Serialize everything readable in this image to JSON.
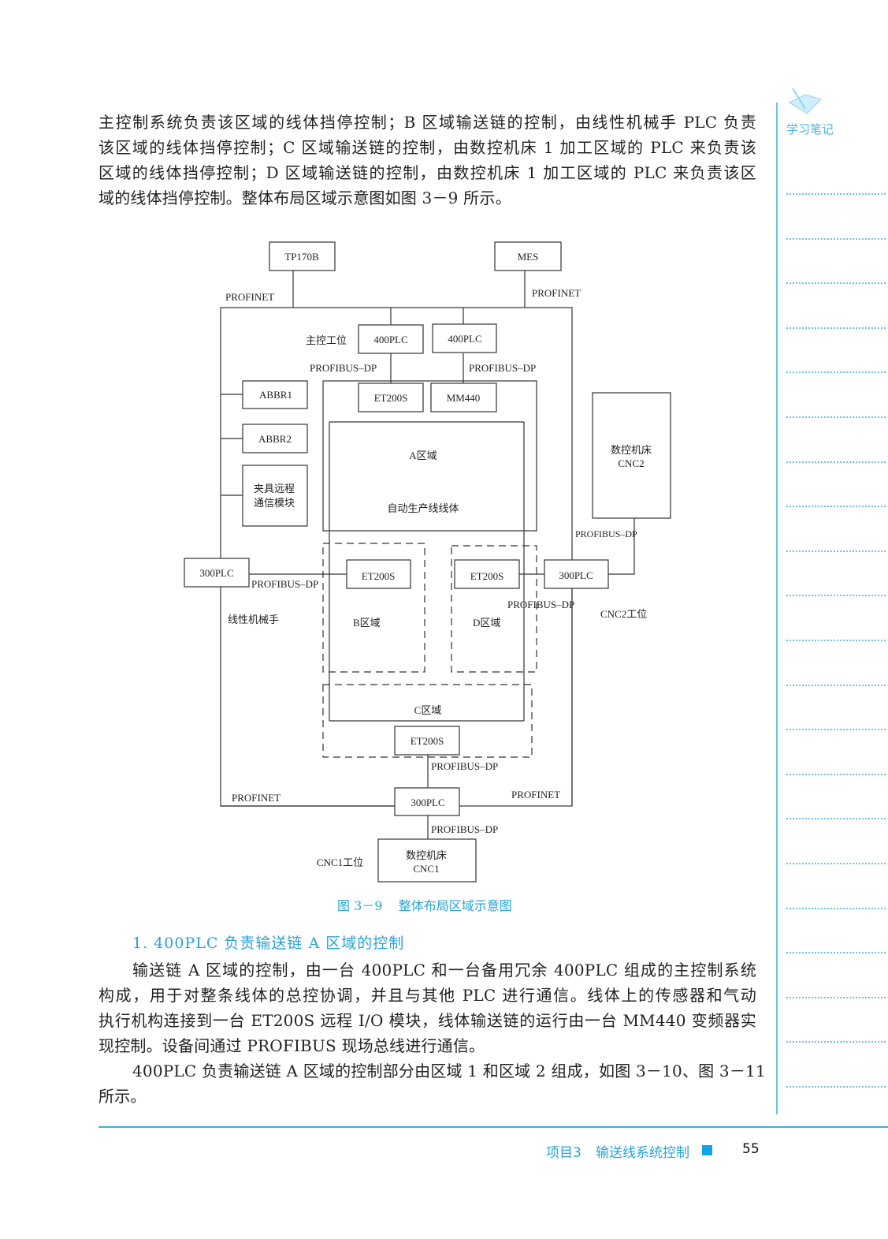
{
  "intro_lines": [
    "主控制系统负责该区域的线体挡停控制；B 区域输送链的控制，由线性机械手 PLC 负责",
    "该区域的线体挡停控制；C 区域输送链的控制，由数控机床 1 加工区域的 PLC 来负责该",
    "区域的线体挡停控制；D 区域输送链的控制，由数控机床 1 加工区域的 PLC 来负责该区",
    "域的线体挡停控制。整体布局区域示意图如图 3－9 所示。"
  ],
  "diagram": {
    "tp170b": "TP170B",
    "mes": "MES",
    "profinet": "PROFINET",
    "profibus_dp": "PROFIBUS–DP",
    "main_station": "主控工位",
    "plc400": "400PLC",
    "et200s": "ET200S",
    "mm440": "MM440",
    "abbr1": "ABBR1",
    "abbr2": "ABBR2",
    "fixture_1": "夹具远程",
    "fixture_2": "通信模块",
    "zone_a": "A区域",
    "auto_line": "自动生产线线体",
    "cnc2_1": "数控机床",
    "cnc2_2": "CNC2",
    "plc300": "300PLC",
    "linear_robot": "线性机械手",
    "zone_b": "B区域",
    "zone_d": "D区域",
    "cnc2_station": "CNC2工位",
    "zone_c": "C区域",
    "cnc1_1": "数控机床",
    "cnc1_2": "CNC1",
    "cnc1_station": "CNC1工位"
  },
  "caption": "图 3－9    整体布局区域示意图",
  "section_heading": "1. 400PLC 负责输送链 A 区域的控制",
  "body_lines": [
    "输送链 A 区域的控制，由一台 400PLC 和一台备用冗余 400PLC 组成的主控制系统",
    "构成，用于对整条线体的总控协调，并且与其他 PLC 进行通信。线体上的传感器和气动",
    "执行机构连接到一台 ET200S 远程 I/O 模块，线体输送链的运行由一台 MM440 变频器实",
    "现控制。设备间通过 PROFIBUS 现场总线进行通信。",
    "400PLC 负责输送链 A 区域的控制部分由区域 1 和区域 2 组成，如图 3－10、图 3－11",
    "所示。"
  ],
  "sidebar": {
    "notes_label": "学习笔记"
  },
  "footer": {
    "chapter": "项目3",
    "title": "输送线系统控制",
    "page": "55"
  },
  "colors": {
    "accent": "#29a3d6",
    "square": "#0ea5e9"
  }
}
